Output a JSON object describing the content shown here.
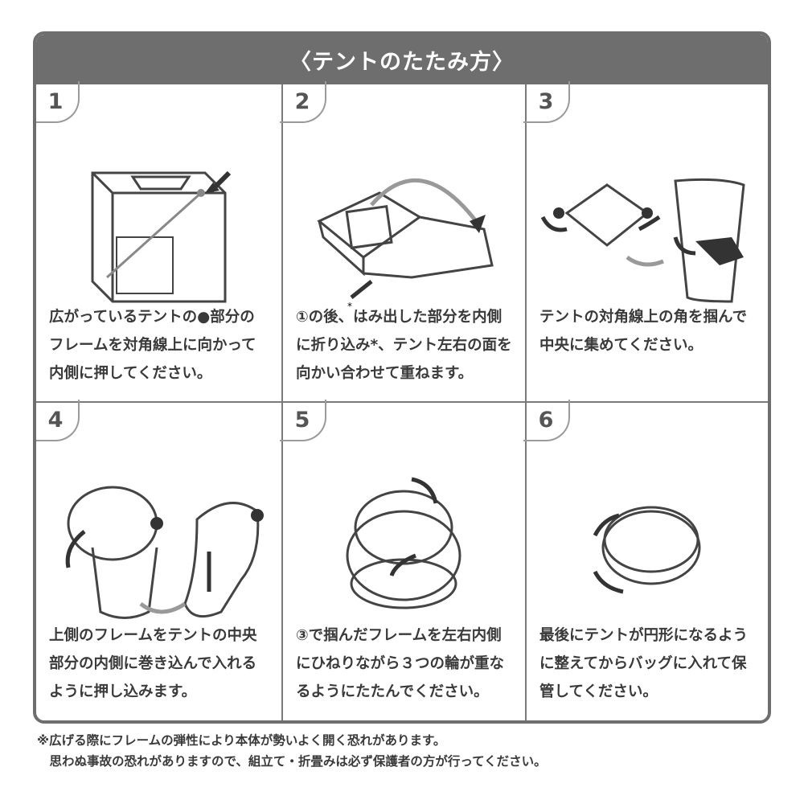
{
  "title": "〈テントのたたみ方〉",
  "steps": [
    {
      "number": "1",
      "lines": [
        "広がっているテントの●部分の",
        "フレームを対角線上に向かって",
        "内側に押してください。"
      ]
    },
    {
      "number": "2",
      "lines": [
        "①の後、はみ出した部分を内側",
        "に折り込み*、テント左右の面を",
        "向かい合わせて重ねます。"
      ]
    },
    {
      "number": "3",
      "lines": [
        "テントの対角線上の角を掴んで",
        "中央に集めてください。"
      ]
    },
    {
      "number": "4",
      "lines": [
        "上側のフレームをテントの中央",
        "部分の内側に巻き込んで入れる",
        "ように押し込みます。"
      ]
    },
    {
      "number": "5",
      "lines": [
        "③で掴んだフレームを左右内側",
        "にひねりながら３つの輪が重な",
        "るようにたたんでください。"
      ]
    },
    {
      "number": "6",
      "lines": [
        "最後にテントが円形になるよう",
        "に整えてからバッグに入れて保",
        "管してください。"
      ]
    }
  ],
  "note": {
    "line1": "※広げる際にフレームの弾性により本体が勢いよく開く恐れがあります。",
    "line2": "　思わぬ事故の恐れがありますので、組立て・折畳みは必ず保護者の方が行ってください。"
  },
  "colors": {
    "frame": "#6e6e6e",
    "text": "#3a3a3a"
  }
}
